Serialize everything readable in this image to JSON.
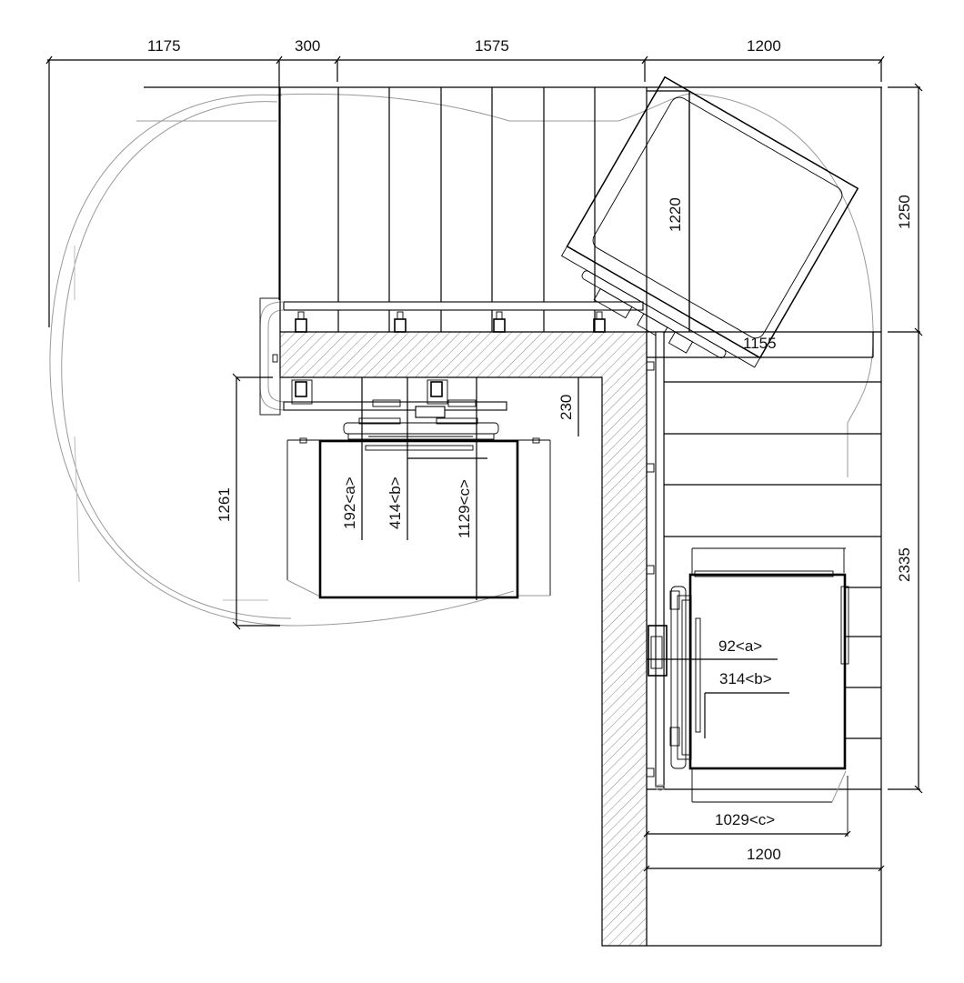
{
  "drawing": {
    "type": "stairlift plan view (L-shaped staircase, top view)",
    "units": "mm"
  },
  "dimensions": {
    "top": [
      {
        "id": "top-1",
        "value": "1175"
      },
      {
        "id": "top-2",
        "value": "300"
      },
      {
        "id": "top-3",
        "value": "1575"
      },
      {
        "id": "top-4",
        "value": "1200"
      }
    ],
    "right": [
      {
        "id": "right-1",
        "value": "1250"
      },
      {
        "id": "right-2",
        "value": "2335"
      }
    ],
    "upper_chair": {
      "depth": "1220",
      "swing_width": "1155"
    },
    "wall_offset": "230",
    "left_height": "1261",
    "lower_chair_landing": {
      "a": "192<a>",
      "b": "414<b>",
      "c": "1129<c>"
    },
    "right_chair_landing": {
      "a": "92<a>",
      "b": "314<b>",
      "c": "1029<c>"
    },
    "bottom_width": "1200"
  },
  "colors": {
    "line": "#000000",
    "swing_envelope": "#999999",
    "hatch": "#888888"
  }
}
